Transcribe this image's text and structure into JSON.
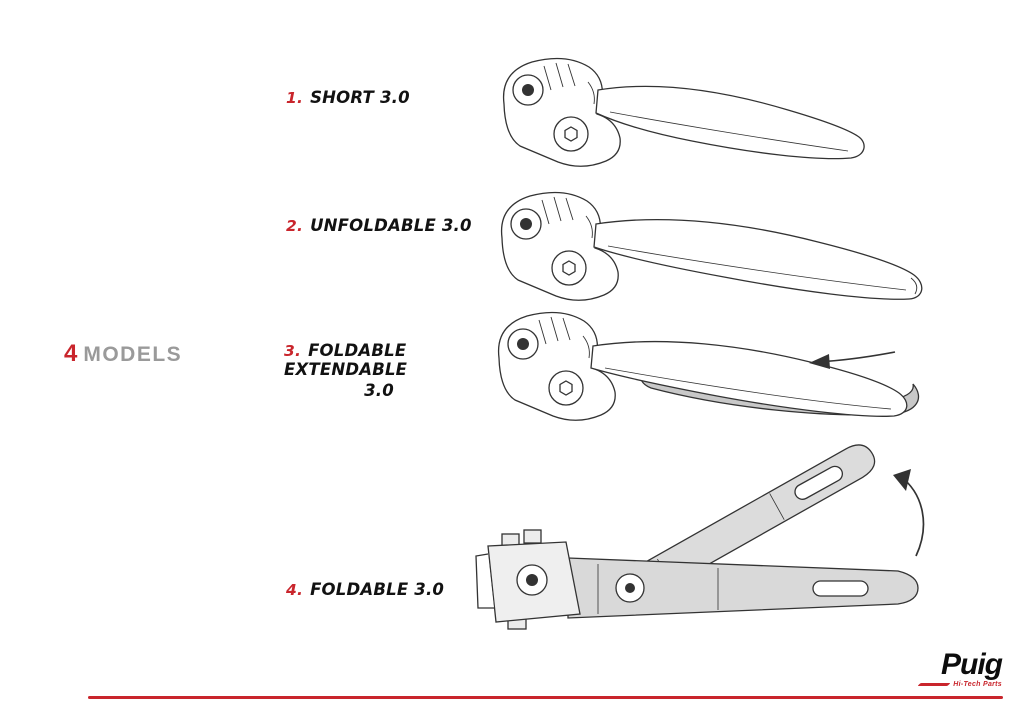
{
  "page": {
    "models_count": "4",
    "models_label": "MODELS"
  },
  "items": [
    {
      "number": "1.",
      "name": "SHORT 3.0"
    },
    {
      "number": "2.",
      "name": "UNFOLDABLE 3.0"
    },
    {
      "number": "3.",
      "name": "FOLDABLE EXTENDABLE",
      "name_line2": "3.0"
    },
    {
      "number": "4.",
      "name": "FOLDABLE 3.0"
    }
  ],
  "logo": {
    "brand": "Puig",
    "tagline": "Hi-Tech Parts"
  },
  "colors": {
    "accent_red": "#c9252c",
    "models_gray": "#9a9a9a",
    "line_ink": "#333333",
    "shade_gray": "#c8c8c8"
  },
  "icons": [
    {
      "name": "extend-arrow-icon",
      "meaning": "arrow pointing left showing blade extension direction"
    },
    {
      "name": "fold-arrow-icon",
      "meaning": "curved arrow showing fold-up direction"
    }
  ]
}
